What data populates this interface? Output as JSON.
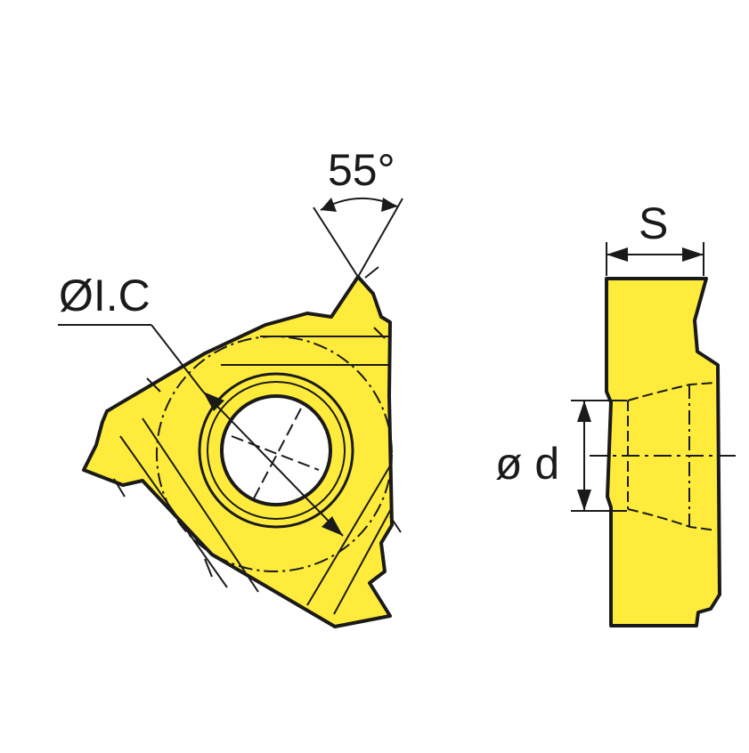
{
  "labels": {
    "angle": "55°",
    "inscribed_circle": "ØI.C",
    "thickness": "S",
    "hole_diameter": "ø d"
  },
  "colors": {
    "insert_fill": "#FFEB3B",
    "outline": "#1a1a1a",
    "background": "#ffffff"
  }
}
